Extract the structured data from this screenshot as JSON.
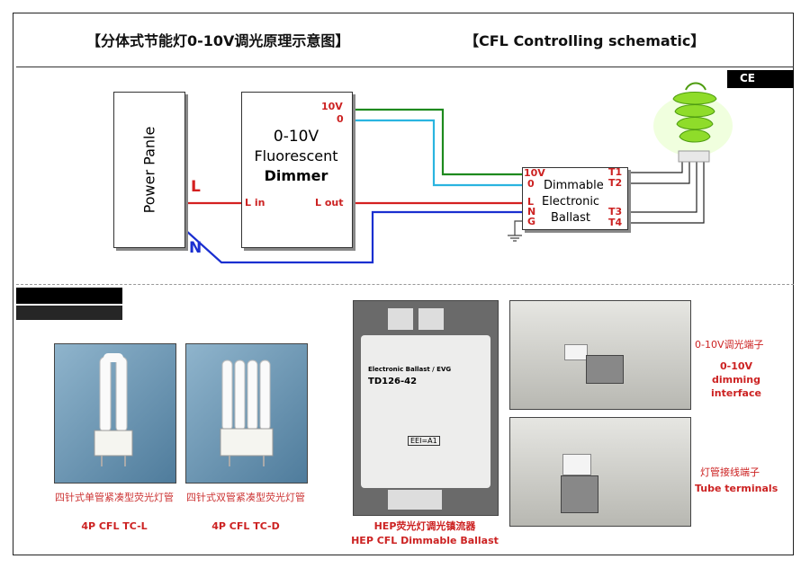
{
  "header": {
    "title_cn": "【分体式节能灯0-10V调光原理示意图】",
    "title_en": "【CFL Controlling schematic】",
    "corner_label": "CE"
  },
  "schematic": {
    "power_panel": "Power Panle",
    "phase_L": "L",
    "neutral_N": "N",
    "dimmer": {
      "line1": "0-10V",
      "line2": "Fluorescent",
      "line3": "Dimmer",
      "out_10v": "10V",
      "out_0": "0",
      "l_in": "L in",
      "l_out": "L out"
    },
    "ballast": {
      "line1": "Dimmable",
      "line2": "Electronic",
      "line3": "Ballast",
      "pin_10v": "10V",
      "pin_0": "0",
      "pin_L": "L",
      "pin_N": "N",
      "pin_G": "G",
      "t1": "T1",
      "t2": "T2",
      "t3": "T3",
      "t4": "T4"
    }
  },
  "products": {
    "lamp1_cn": "四针式单管紧凑型荧光灯管",
    "lamp1_en": "4P CFL TC-L",
    "lamp2_cn": "四针式双管紧凑型荧光灯管",
    "lamp2_en": "4P CFL TC-D",
    "ballast_cn": "HEP荧光灯调光镇流器",
    "ballast_en": "HEP CFL Dimmable Ballast",
    "ballast_label": {
      "model": "TD126-42",
      "brand": "Electronic Ballast / EVG",
      "mark": "EEI=A1"
    },
    "dim_if_cn": "0-10V调光端子",
    "dim_if_en": "0-10V dimming interface",
    "tube_cn": "灯管接线端子",
    "tube_en": "Tube terminals"
  },
  "colors": {
    "phase_wire": "#d42020",
    "neutral_wire": "#1a2fd0",
    "dim_plus_wire": "#1e8a1e",
    "dim_minus_wire": "#2ab4e0",
    "accent_text": "#c22222"
  }
}
